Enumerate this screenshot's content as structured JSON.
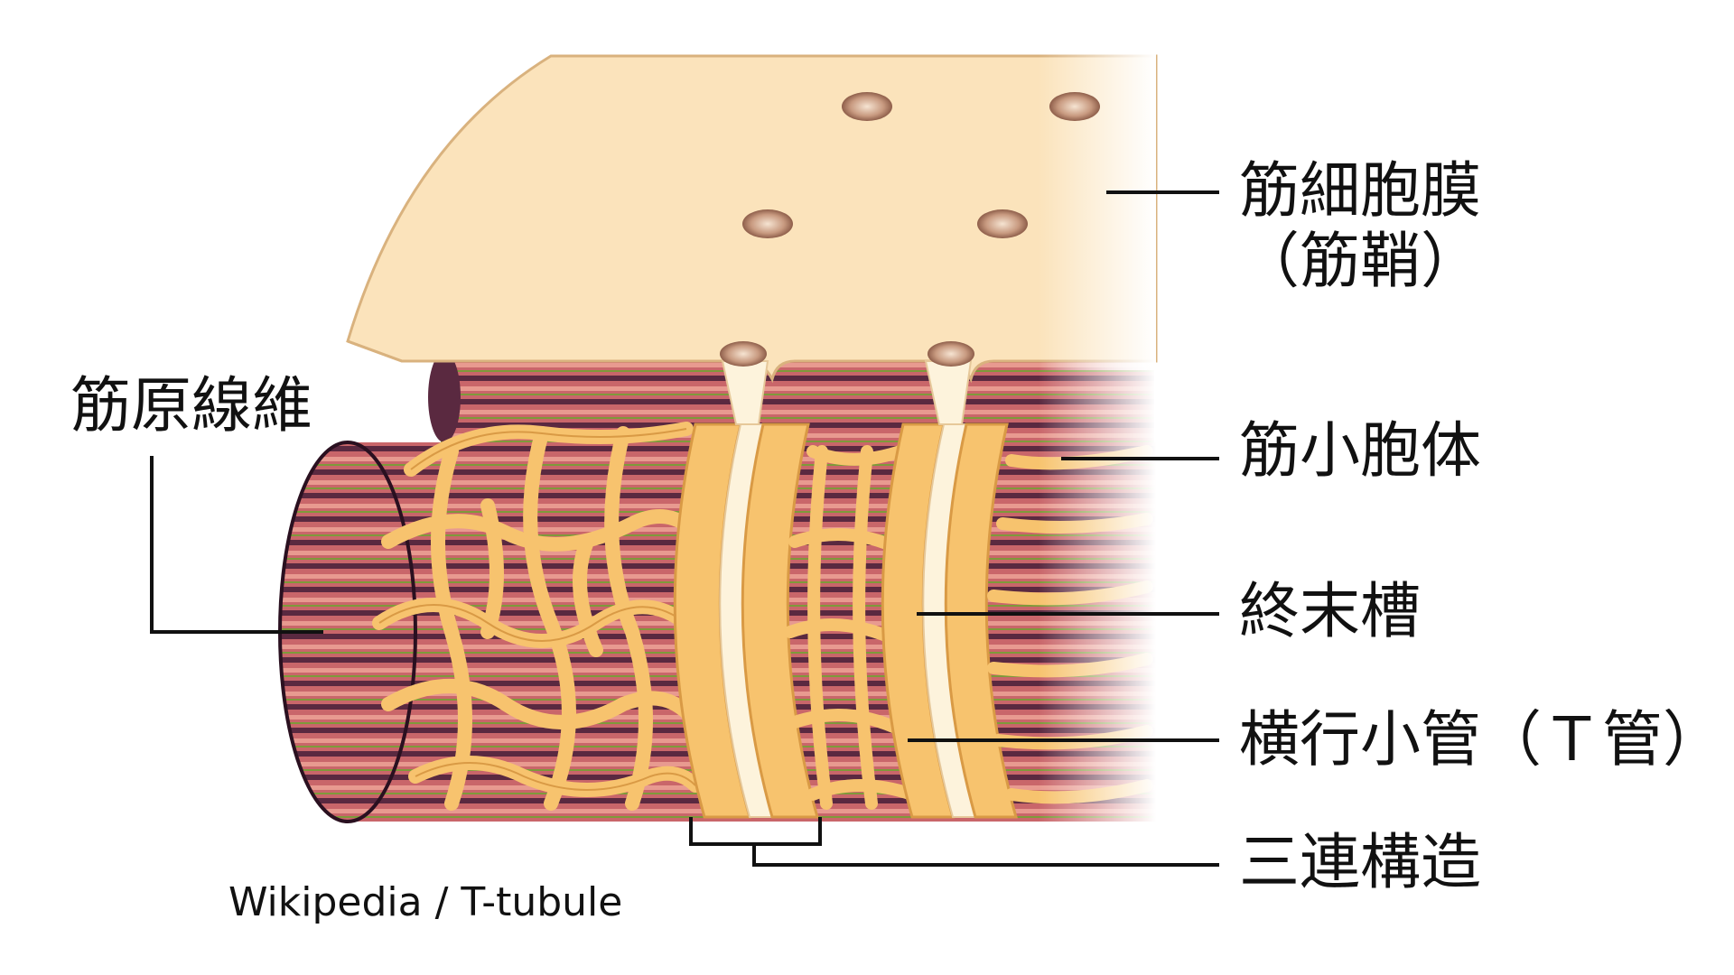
{
  "labels": {
    "sarcolemma_line1": "筋細胞膜",
    "sarcolemma_line2": "（筋鞘）",
    "myofibril": "筋原線維",
    "sarcoplasmic_reticulum": "筋小胞体",
    "terminal_cisterna": "終末槽",
    "t_tubule": "横行小管（Ｔ管）",
    "triad": "三連構造"
  },
  "credit": "Wikipedia / T-tubule",
  "colors": {
    "membrane": "#FBE3BB",
    "membrane_edge": "#D9B27E",
    "reticulum": "#F7C36E",
    "reticulum_edge": "#D99A45",
    "tubule": "#FDF3DC",
    "myofibril_red": "#C9666A",
    "myofibril_dark": "#5A2940",
    "myofibril_green": "#7E9A3A",
    "leader_line": "#111111"
  }
}
